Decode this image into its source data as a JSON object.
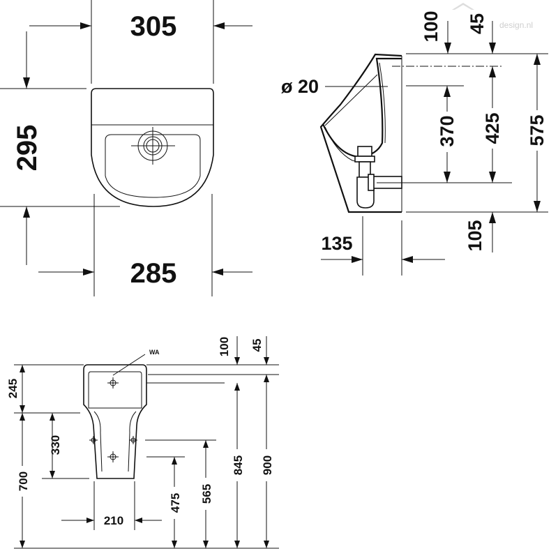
{
  "watermark": "design.nl",
  "top_view": {
    "width_top": "305",
    "depth": "295",
    "width_bottom": "285"
  },
  "side_view": {
    "diameter": "ø 20",
    "offset_100": "100",
    "offset_45": "45",
    "dim_370": "370",
    "dim_425": "425",
    "dim_575": "575",
    "dim_135": "135",
    "dim_105": "105"
  },
  "front_view": {
    "wa_label": "WA",
    "dim_100": "100",
    "dim_45": "45",
    "dim_245": "245",
    "dim_330": "330",
    "dim_700": "700",
    "dim_210": "210",
    "dim_475": "475",
    "dim_565": "565",
    "dim_845": "845",
    "dim_900": "900"
  }
}
